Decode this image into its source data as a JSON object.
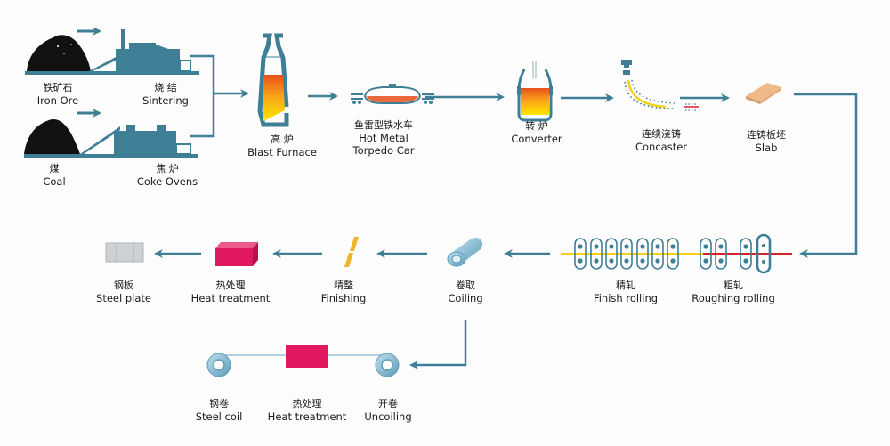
{
  "title": "Steel production process flow",
  "colors": {
    "accent": "#3f7f96",
    "molten_top": "#e8501a",
    "molten_bottom": "#ffe000",
    "heat_treatment": "#e0185f",
    "slab": "#f0b98a",
    "finishing": "#f0b428",
    "plate": "#cfd2d4",
    "coil": "#7fb6cf",
    "strip_yellow": "#f4d21c",
    "strip_red": "#d8232a"
  },
  "nodes": {
    "iron_ore": {
      "zh": "铁矿石",
      "en": "Iron Ore"
    },
    "sintering": {
      "zh": "烧 结",
      "en": "Sintering"
    },
    "coal": {
      "zh": "煤",
      "en": "Coal"
    },
    "coke_ovens": {
      "zh": "焦 炉",
      "en": "Coke Ovens"
    },
    "blast_furnace": {
      "zh": "高 炉",
      "en": "Blast Furnace"
    },
    "torpedo_car": {
      "zh": "鱼雷型铁水车",
      "en": "Hot Metal",
      "en2": "Torpedo Car"
    },
    "converter": {
      "zh": "转 炉",
      "en": "Converter"
    },
    "concaster": {
      "zh": "连续浇铸",
      "en": "Concaster"
    },
    "slab": {
      "zh": "连铸板坯",
      "en": "Slab"
    },
    "finish_rolling": {
      "zh": "精轧",
      "en": "Finish rolling"
    },
    "roughing_rolling": {
      "zh": "粗轧",
      "en": "Roughing rolling"
    },
    "coiling": {
      "zh": "卷取",
      "en": "Coiling"
    },
    "finishing": {
      "zh": "精整",
      "en": "Finishing"
    },
    "heat_treatment": {
      "zh": "热处理",
      "en": "Heat treatment"
    },
    "steel_plate": {
      "zh": "钢板",
      "en": "Steel plate"
    },
    "uncoiling": {
      "zh": "开卷",
      "en": "Uncoiling"
    },
    "heat_treatment_2": {
      "zh": "热处理",
      "en": "Heat treatment"
    },
    "steel_coil": {
      "zh": "钢卷",
      "en": "Steel coil"
    }
  }
}
